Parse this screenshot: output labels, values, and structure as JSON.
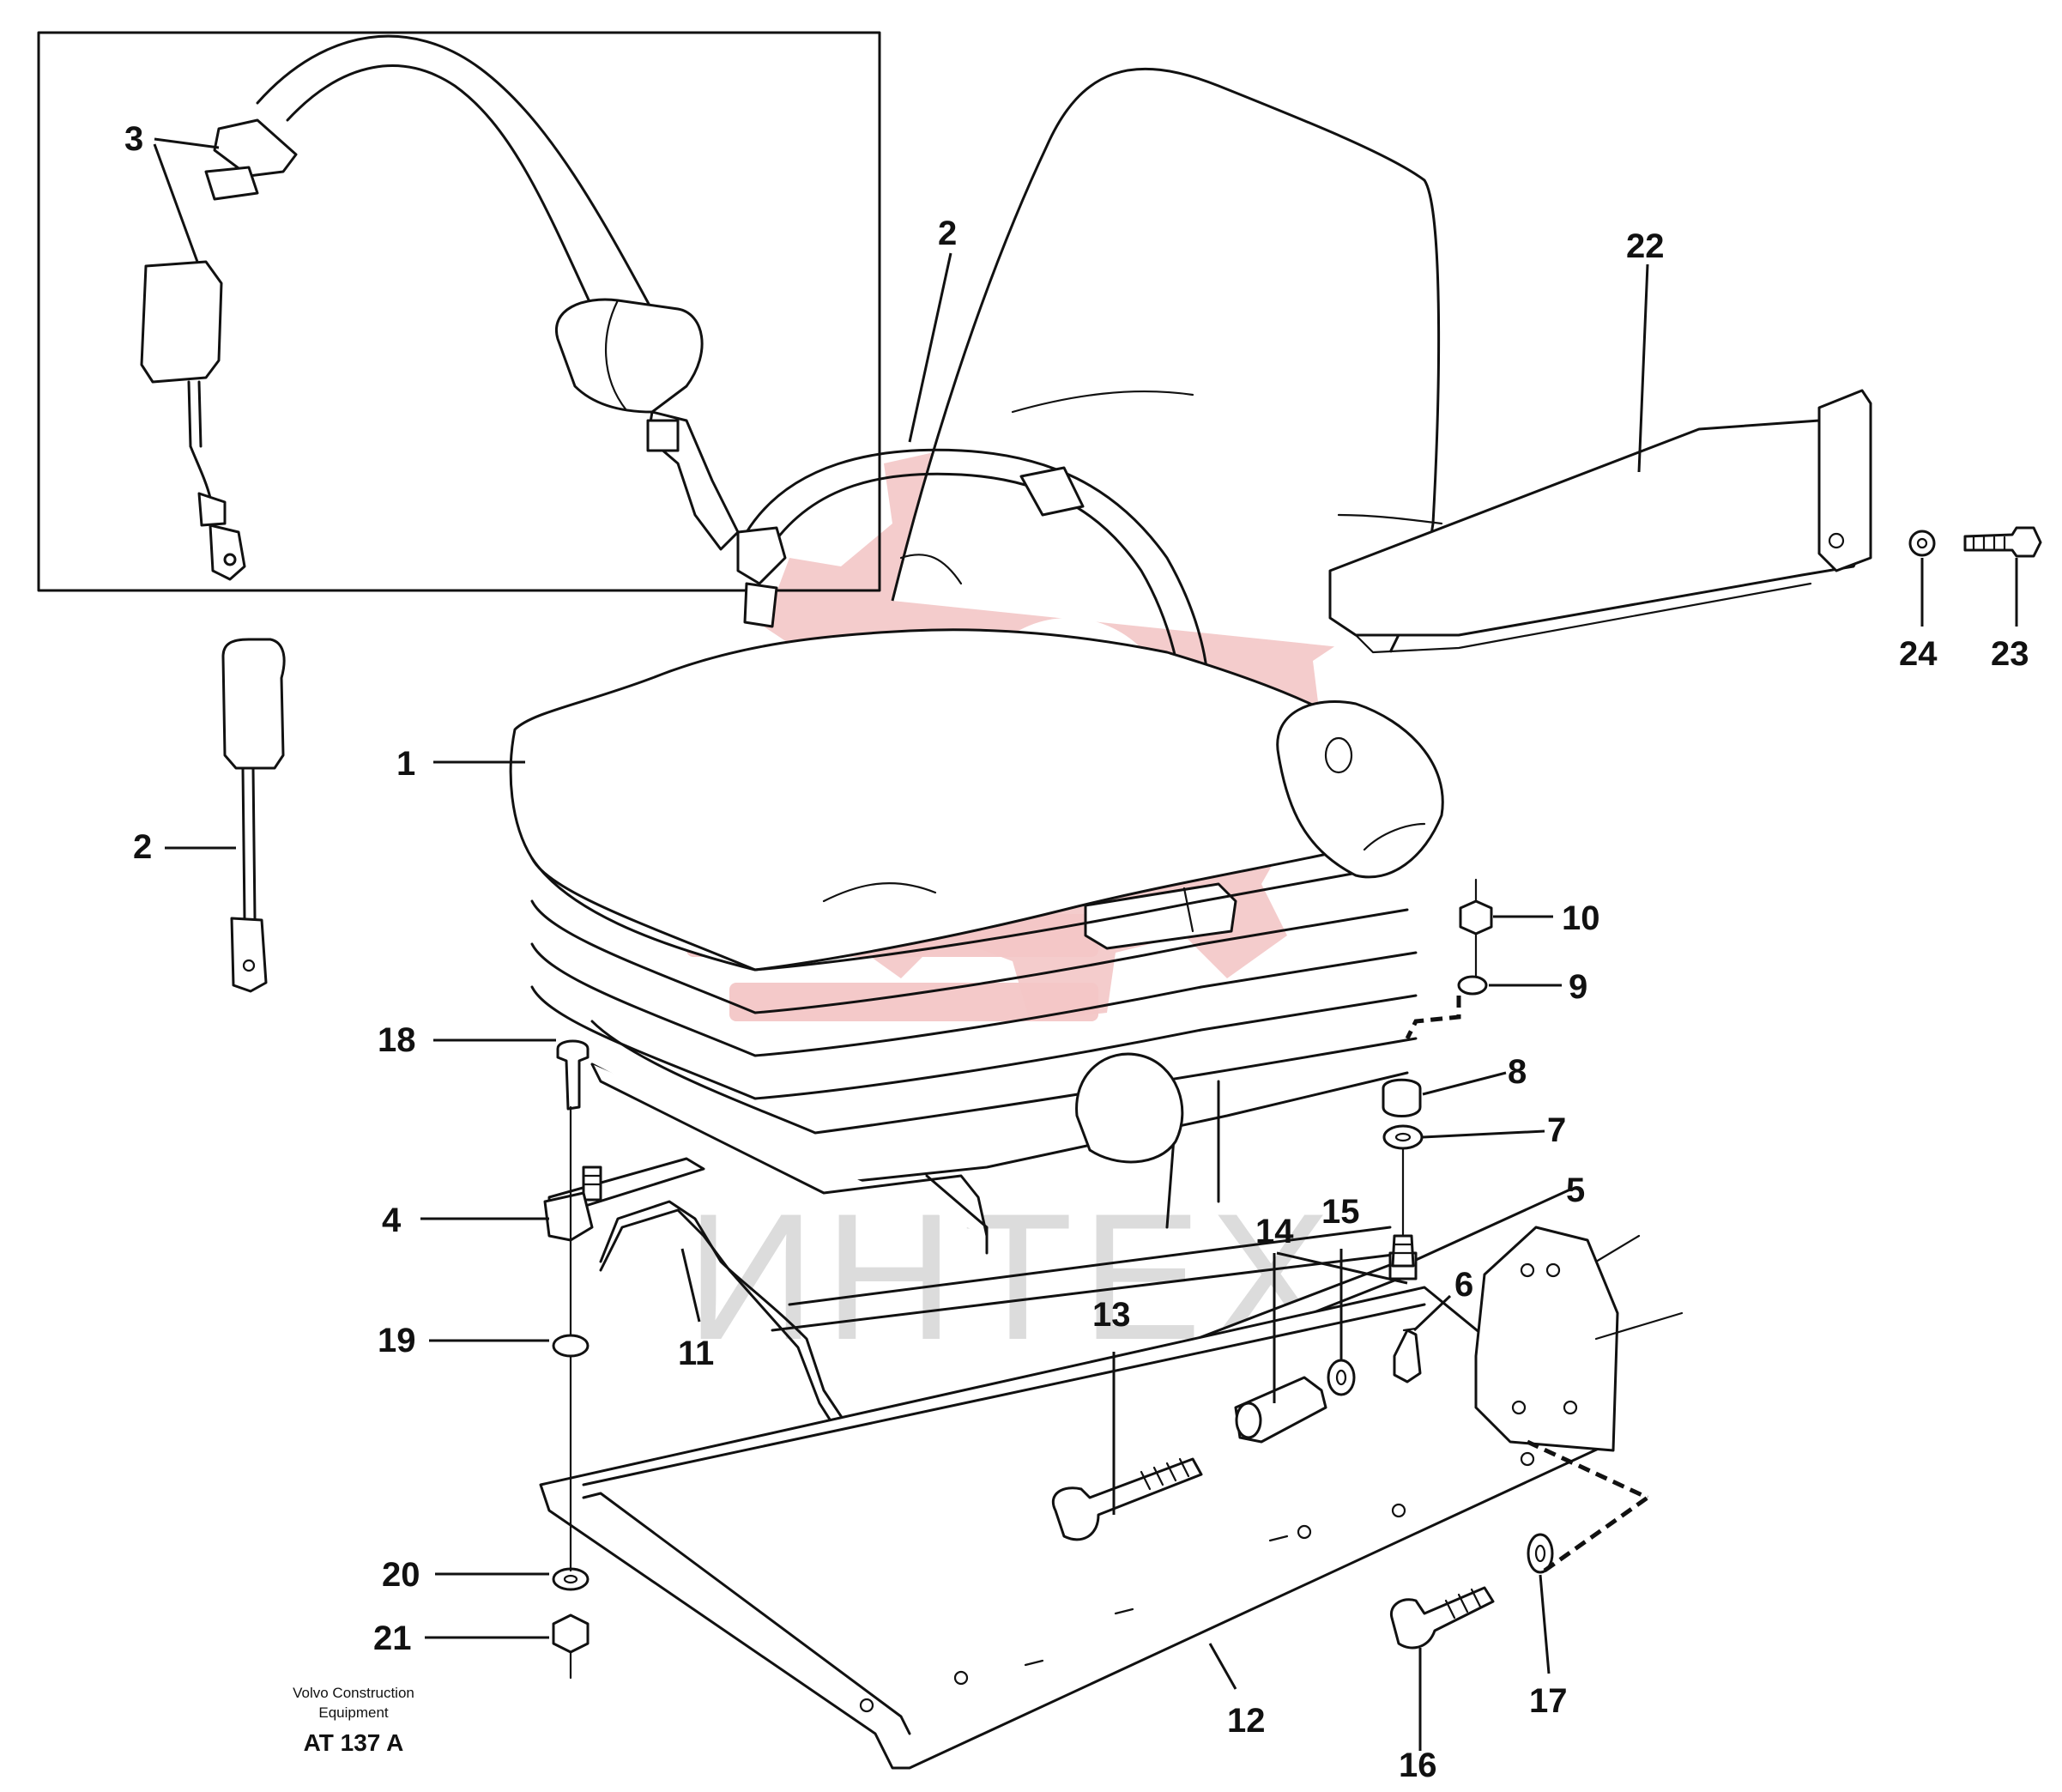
{
  "colors": {
    "ink": "#111111",
    "background": "#ffffff",
    "watermark_logo": "#f3c6c6",
    "watermark_text": "#dcdcdc"
  },
  "watermark": {
    "text": "ИНТЕХ",
    "icon": "gear-logo-icon"
  },
  "callouts": {
    "c1": "1",
    "c2_top": "2",
    "c2_left": "2",
    "c3": "3",
    "c4": "4",
    "c5": "5",
    "c6": "6",
    "c7": "7",
    "c8": "8",
    "c9": "9",
    "c10": "10",
    "c11": "11",
    "c12": "12",
    "c13": "13",
    "c14": "14",
    "c15": "15",
    "c16": "16",
    "c17": "17",
    "c18": "18",
    "c19": "19",
    "c20": "20",
    "c21": "21",
    "c22": "22",
    "c23": "23",
    "c24": "24"
  },
  "credit": {
    "line1": "Volvo Construction",
    "line2": "Equipment",
    "code": "AT 137 A"
  }
}
